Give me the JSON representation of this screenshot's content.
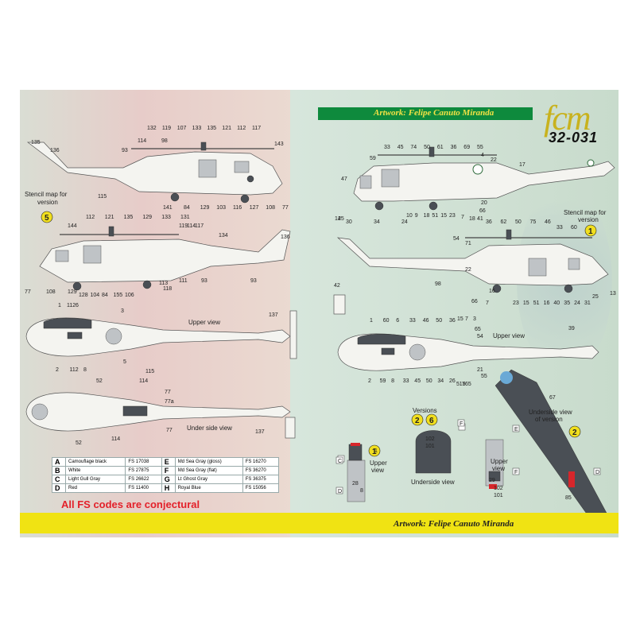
{
  "header": {
    "artwork_credit": "Artwork: Felipe Canuto Miranda",
    "logo_text": "fcm",
    "sheet_number": "32-031"
  },
  "footer": {
    "artwork_credit": "Artwork: Felipe Canuto Miranda"
  },
  "labels": {
    "stencil_left": [
      "Stencil map for",
      "version"
    ],
    "stencil_left_version": "5",
    "stencil_right": [
      "Stencil map for",
      "version"
    ],
    "stencil_right_version": "1",
    "upper_view_left": "Upper view",
    "upper_view_right": "Upper view",
    "under_side_view": "Under side view",
    "versions": "Versions",
    "versions_a": "2",
    "versions_b": "6",
    "underside_version_text": [
      "Underside view",
      "of version"
    ],
    "underside_version_num": "2",
    "underside_view_small": "Underside view",
    "upper_small_left": [
      "Upper",
      "view"
    ],
    "upper_small_left_version": "1",
    "upper_small_right": [
      "Upper",
      "view"
    ]
  },
  "callouts": {
    "left_side_top": [
      "132",
      "119",
      "107",
      "133",
      "135",
      "121",
      "112",
      "117",
      "114",
      "98",
      "143",
      "135",
      "136",
      "93",
      "115",
      "141",
      "84",
      "129",
      "103",
      "116",
      "127",
      "108",
      "77"
    ],
    "left_side_bottom": [
      "112",
      "121",
      "135",
      "129",
      "133",
      "131",
      "144",
      "119",
      "114",
      "117",
      "134",
      "136",
      "77",
      "108",
      "129",
      "128",
      "104",
      "84",
      "155",
      "106",
      "113",
      "118",
      "111",
      "93",
      "93"
    ],
    "left_upper": [
      "1",
      "112",
      "6",
      "3",
      "137",
      "5",
      "2",
      "112",
      "8",
      "115"
    ],
    "left_under": [
      "52",
      "114",
      "77",
      "77a",
      "77",
      "52",
      "114",
      "137"
    ],
    "right_side_top": [
      "33",
      "45",
      "74",
      "50",
      "61",
      "36",
      "69",
      "55",
      "4",
      "22",
      "17",
      "59",
      "47",
      "14",
      "25",
      "30",
      "34",
      "24",
      "10",
      "9",
      "18",
      "51",
      "15",
      "23",
      "7",
      "18",
      "41",
      "66",
      "20"
    ],
    "right_side_bottom": [
      "54",
      "71",
      "36",
      "62",
      "50",
      "75",
      "46",
      "33",
      "60",
      "42",
      "98",
      "22",
      "16",
      "7",
      "23",
      "15",
      "51",
      "16",
      "40",
      "35",
      "24",
      "31",
      "25",
      "13",
      "66",
      "47",
      "20"
    ],
    "right_upper": [
      "1",
      "60",
      "6",
      "33",
      "46",
      "50",
      "36",
      "15",
      "7",
      "3",
      "65",
      "54",
      "39",
      "2",
      "59",
      "8",
      "33",
      "45",
      "50",
      "34",
      "26",
      "5",
      "15",
      "7",
      "65",
      "55",
      "21"
    ],
    "detail_a": [
      "102",
      "101",
      "28",
      "8",
      "1"
    ],
    "detail_b": [
      "102",
      "101",
      "29",
      "85",
      "67"
    ],
    "box_letters": [
      "C",
      "D",
      "E",
      "F",
      "F",
      "D"
    ]
  },
  "color_table": [
    {
      "code_a": "A",
      "name_a": "Camouflage black",
      "fs_a": "FS 17038",
      "code_b": "E",
      "name_b": "Md Sea Gray (gloss)",
      "fs_b": "FS 16270"
    },
    {
      "code_a": "B",
      "name_a": "White",
      "fs_a": "FS 27875",
      "code_b": "F",
      "name_b": "Md Sea Gray (flat)",
      "fs_b": "FS 36270"
    },
    {
      "code_a": "C",
      "name_a": "Light Gull Gray",
      "fs_a": "FS 26622",
      "code_b": "G",
      "name_b": "Lt Ghost Gray",
      "fs_b": "FS 36375"
    },
    {
      "code_a": "D",
      "name_a": "Red",
      "fs_a": "FS 11400",
      "code_b": "H",
      "name_b": "Royal Blue",
      "fs_b": "FS 15056"
    }
  ],
  "disclaimer": "All FS codes are conjectural",
  "colors": {
    "green_band": "#0e8a3d",
    "yellow_band": "#f0e313",
    "version_circle": "#f1df1e",
    "disclaimer_red": "#e3212a",
    "logo_gold": "#c8b21e"
  }
}
